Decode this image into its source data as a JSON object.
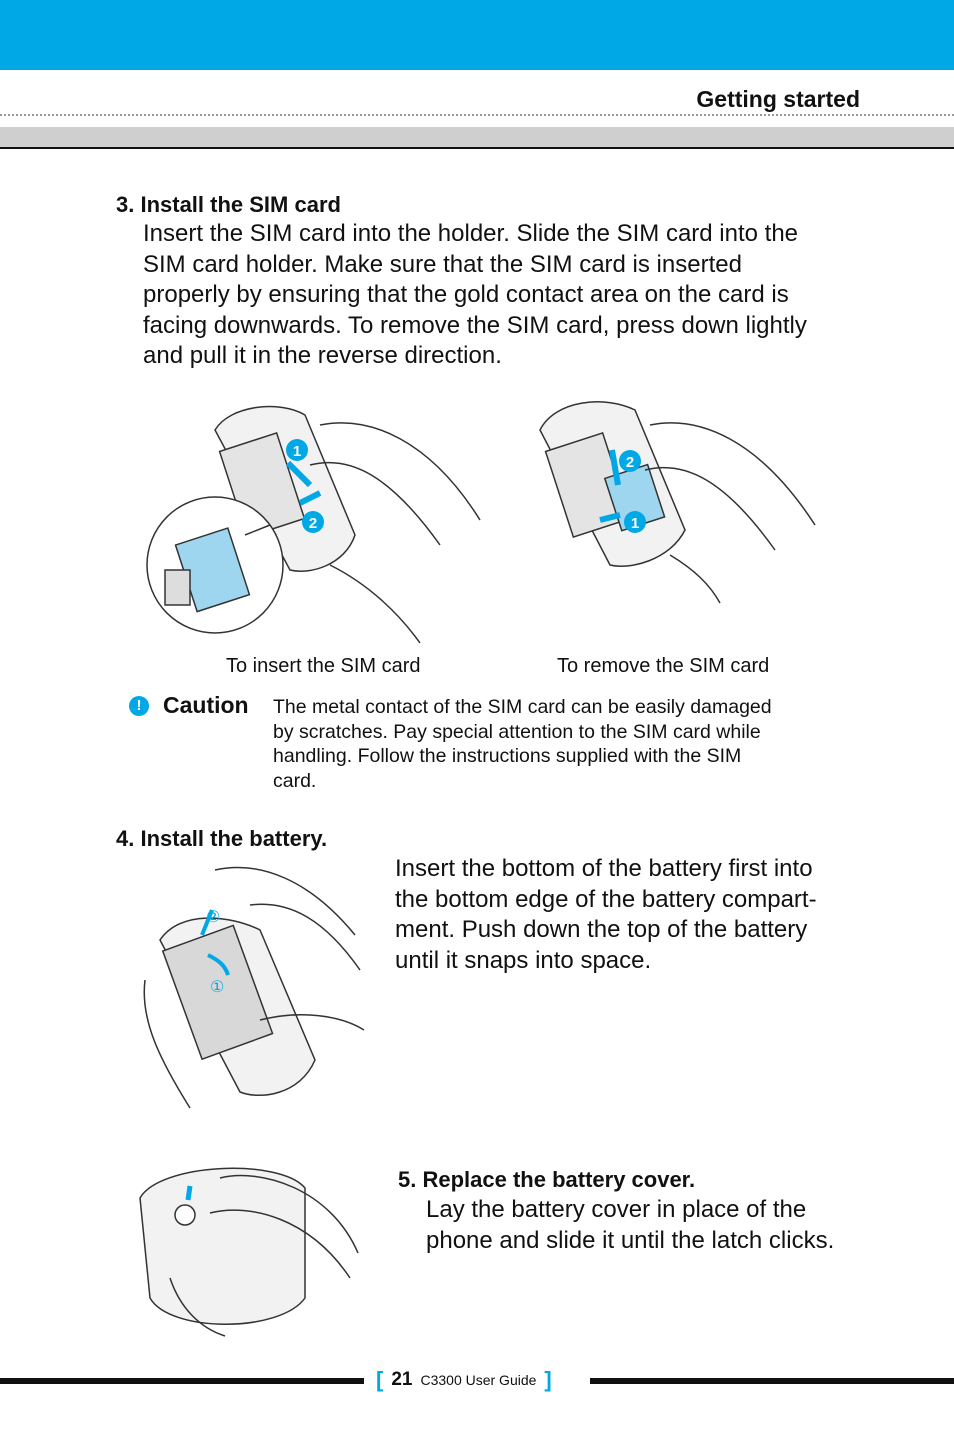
{
  "header": {
    "section": "Getting started"
  },
  "step3": {
    "title": "3. Install the SIM card",
    "lines": [
      "Insert the SIM card into the holder. Slide the SIM card into the",
      "SIM card holder. Make sure that the SIM card is inserted",
      "properly by ensuring that the gold contact area on the card is",
      "facing downwards. To remove the SIM card, press down lightly",
      "and pull it in the reverse direction."
    ],
    "caption_insert": "To insert the SIM card",
    "caption_remove": "To remove the SIM card",
    "badges": {
      "one": "1",
      "two": "2"
    }
  },
  "caution": {
    "icon": "!",
    "label": "Caution",
    "lines": [
      "The metal contact of the SIM card can be easily damaged",
      "by scratches. Pay special attention to the SIM card while",
      "handling. Follow the instructions supplied with the SIM",
      "card."
    ]
  },
  "step4": {
    "title": "4. Install the battery.",
    "lines": [
      "Insert the bottom of the battery first into",
      "the bottom edge of the battery compart-",
      "ment. Push down the top of the battery",
      "until it snaps into space."
    ],
    "markers": {
      "one": "①",
      "two": "②"
    }
  },
  "step5": {
    "title": "5. Replace the battery cover.",
    "lines": [
      "Lay the battery cover in place of the",
      "phone and slide it until the latch clicks."
    ]
  },
  "footer": {
    "left_bracket": "[",
    "page": "21",
    "guide": "C3300 User Guide",
    "right_bracket": "]"
  },
  "colors": {
    "accent": "#00a8e6",
    "band": "#cfcfcf"
  }
}
